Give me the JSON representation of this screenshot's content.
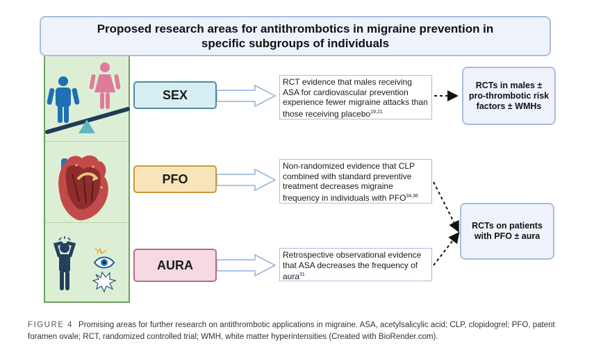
{
  "title": "Proposed research areas for antithrombotics in migraine prevention in specific subgroups of individuals",
  "rows": [
    {
      "category": "SEX",
      "evidence": "RCT evidence that males receiving ASA for cardiovascular prevention experience fewer migraine attacks than those receiving placebo",
      "ref": "19,21"
    },
    {
      "category": "PFO",
      "evidence": "Non-randomized evidence that CLP combined with standard preventive treatment decreases migraine frequency in individuals with PFO",
      "ref": "34,36"
    },
    {
      "category": "AURA",
      "evidence": "Retrospective observational evidence that ASA decreases the frequency of aura",
      "ref": "31"
    }
  ],
  "outcomes": {
    "sex": "RCTs in males ± pro-thrombotic risk factors ± WMHs",
    "pfo_aura": "RCTs on patients with PFO ± aura"
  },
  "caption": {
    "label": "FIGURE 4",
    "text": "Promising areas for further research on antithrombotic applications in migraine. ASA, acetylsalicylic acid; CLP, clopidogrel; PFO, patent foramen ovale; RCT, randomized controlled trial; WMH, white matter hyperintensities (Created with BioRender.com)."
  },
  "icons": [
    "male-figure-icon",
    "female-figure-icon",
    "seesaw-icon",
    "heart-icon",
    "distressed-person-icon",
    "eye-flash-icon"
  ],
  "colors": {
    "panel_green": "#dcefd5",
    "sex_box": "#d7eef2",
    "pfo_box": "#f7e5b9",
    "aura_box": "#f5d9e3",
    "title_box": "#eef3fb",
    "border_blue": "#a9bde0"
  }
}
